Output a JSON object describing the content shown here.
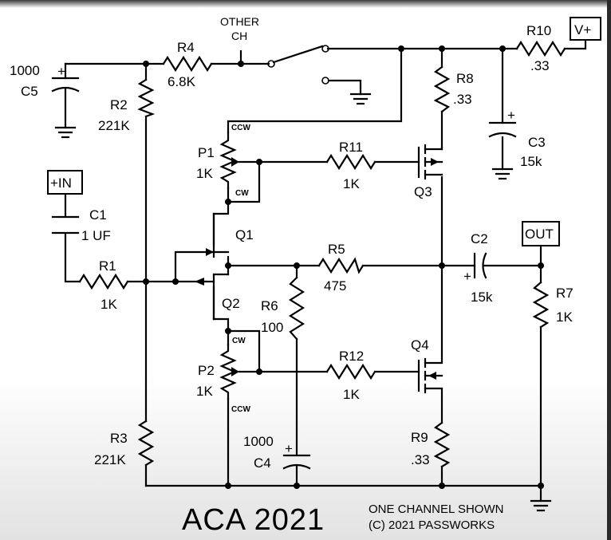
{
  "title": "ACA 2021",
  "credit": {
    "line1": "ONE CHANNEL SHOWN",
    "line2": "(C) 2021 PASSWORKS"
  },
  "ports": {
    "vplus": "V+",
    "in": "+IN",
    "out": "OUT"
  },
  "switch_label": {
    "line1": "OTHER",
    "line2": "CH"
  },
  "components": {
    "r1": {
      "name": "R1",
      "value": "1K"
    },
    "r2": {
      "name": "R2",
      "value": "221K"
    },
    "r3": {
      "name": "R3",
      "value": "221K"
    },
    "r4": {
      "name": "R4",
      "value": "6.8K"
    },
    "r5": {
      "name": "R5",
      "value": "475"
    },
    "r6": {
      "name": "R6",
      "value": "100"
    },
    "r7": {
      "name": "R7",
      "value": "1K"
    },
    "r8": {
      "name": "R8",
      "value": ".33"
    },
    "r9": {
      "name": "R9",
      "value": ".33"
    },
    "r10": {
      "name": "R10",
      "value": ".33"
    },
    "r11": {
      "name": "R11",
      "value": "1K"
    },
    "r12": {
      "name": "R12",
      "value": "1K"
    },
    "c1": {
      "name": "C1",
      "value": "1 UF"
    },
    "c2": {
      "name": "C2",
      "value": "15k"
    },
    "c3": {
      "name": "C3",
      "value": "15k"
    },
    "c4": {
      "name": "C4",
      "value": "1000"
    },
    "c5": {
      "name": "C5",
      "value": "1000"
    },
    "p1": {
      "name": "P1",
      "value": "1K"
    },
    "p2": {
      "name": "P2",
      "value": "1K"
    },
    "q1": {
      "name": "Q1"
    },
    "q2": {
      "name": "Q2"
    },
    "q3": {
      "name": "Q3"
    },
    "q4": {
      "name": "Q4"
    }
  },
  "pot_marks": {
    "ccw": "CCW",
    "cw": "CW"
  },
  "polarity": "+"
}
